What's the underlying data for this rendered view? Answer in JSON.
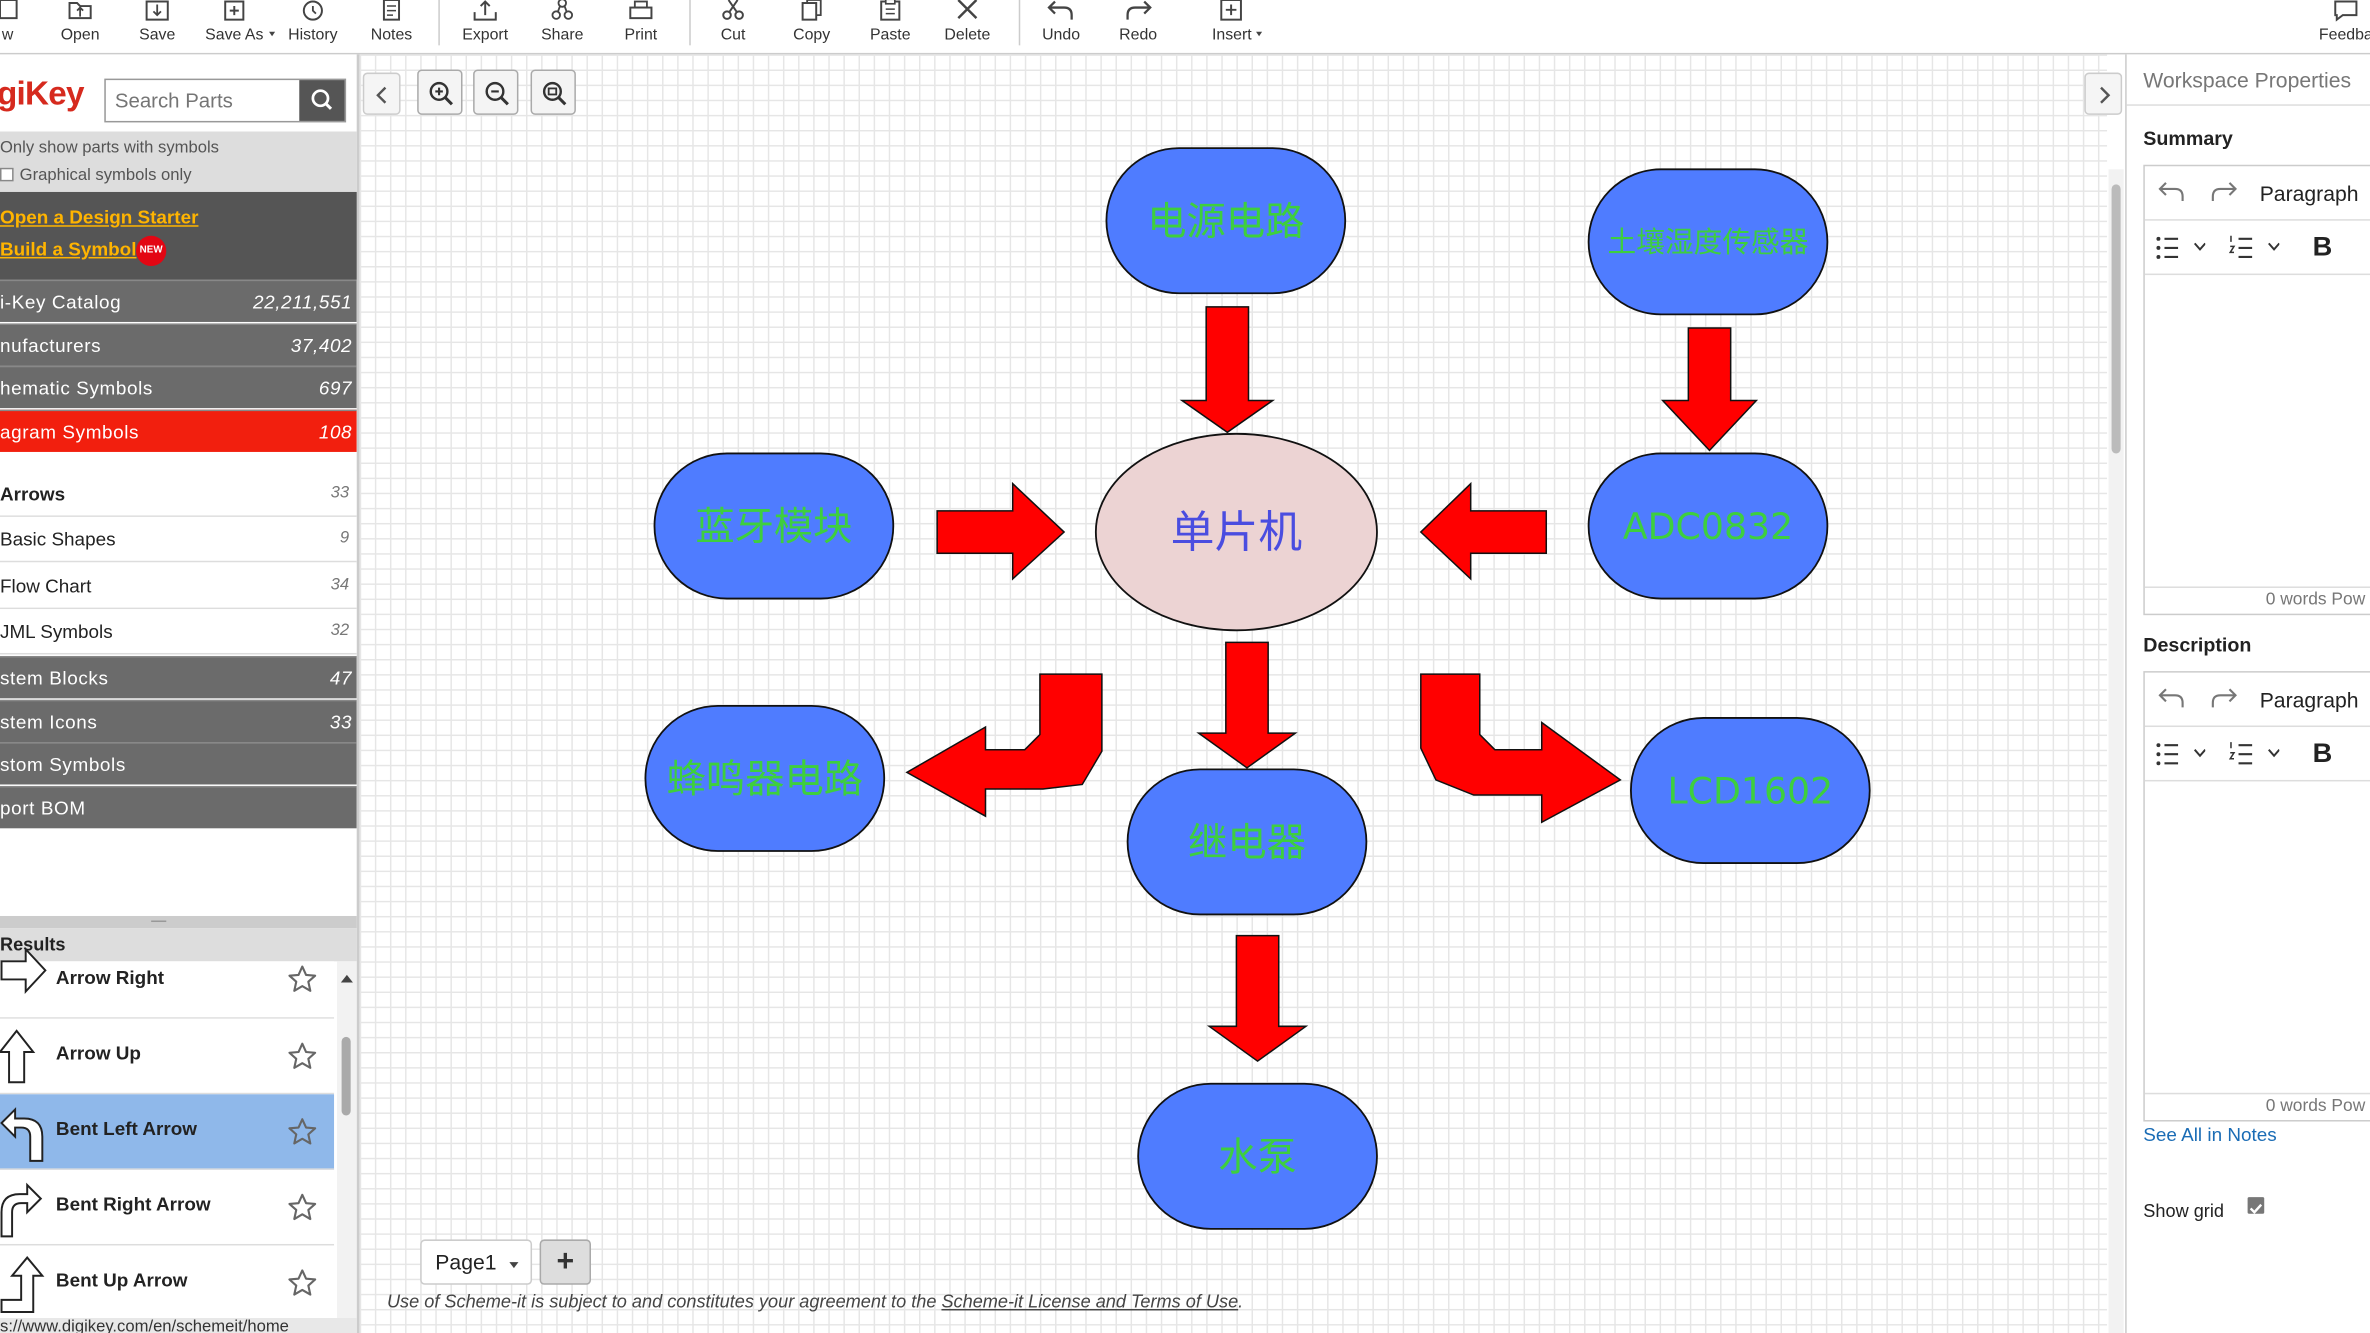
{
  "toolbar": {
    "items": [
      {
        "label": "w",
        "icon": "new-icon"
      },
      {
        "label": "Open",
        "icon": "open-icon"
      },
      {
        "label": "Save",
        "icon": "save-icon"
      },
      {
        "label": "Save As",
        "icon": "save-as-icon"
      },
      {
        "label": "History",
        "icon": "history-icon"
      },
      {
        "label": "Notes",
        "icon": "notes-icon"
      },
      {
        "label": "Export",
        "icon": "export-icon"
      },
      {
        "label": "Share",
        "icon": "share-icon"
      },
      {
        "label": "Print",
        "icon": "print-icon"
      },
      {
        "label": "Cut",
        "icon": "cut-icon"
      },
      {
        "label": "Copy",
        "icon": "copy-icon"
      },
      {
        "label": "Paste",
        "icon": "paste-icon"
      },
      {
        "label": "Delete",
        "icon": "delete-icon"
      },
      {
        "label": "Undo",
        "icon": "undo-icon"
      },
      {
        "label": "Redo",
        "icon": "redo-icon"
      },
      {
        "label": "Insert",
        "icon": "insert-icon"
      },
      {
        "label": "Feedba",
        "icon": "feedback-icon"
      }
    ]
  },
  "left": {
    "logo": "giKey",
    "search_placeholder": "Search Parts",
    "filter_symbols": "Only show parts with symbols",
    "filter_graphical": "Graphical symbols only",
    "link_design_starter": "Open a Design Starter",
    "link_build_symbol": "Build a Symbol",
    "new_badge": "NEW",
    "categories": [
      {
        "name": "i-Key Catalog",
        "count": "22,211,551"
      },
      {
        "name": "nufacturers",
        "count": "37,402"
      },
      {
        "name": "hematic Symbols",
        "count": "697"
      },
      {
        "name": "agram Symbols",
        "count": "108"
      }
    ],
    "subcategories": [
      {
        "name": "Arrows",
        "count": "33"
      },
      {
        "name": "Basic Shapes",
        "count": "9"
      },
      {
        "name": "Flow Chart",
        "count": "34"
      },
      {
        "name": "JML Symbols",
        "count": "32"
      }
    ],
    "categories2": [
      {
        "name": "stem Blocks",
        "count": "47"
      },
      {
        "name": "stem Icons",
        "count": "33"
      },
      {
        "name": "stom Symbols",
        "count": ""
      },
      {
        "name": "port BOM",
        "count": ""
      }
    ],
    "results_title": "Results",
    "results": [
      {
        "name": "Arrow Right",
        "icon": "arrow-right-icon"
      },
      {
        "name": "Arrow Up",
        "icon": "arrow-up-icon"
      },
      {
        "name": "Bent Left Arrow",
        "icon": "bent-left-arrow-icon"
      },
      {
        "name": "Bent Right Arrow",
        "icon": "bent-right-arrow-icon"
      },
      {
        "name": "Bent Up Arrow",
        "icon": "bent-up-arrow-icon"
      }
    ],
    "status_url": "s://www.digikey.com/en/schemeit/home"
  },
  "canvas": {
    "page_tab": "Page1",
    "add_page": "+",
    "footer_prefix": "Use of Scheme-it is subject to and constitutes your agreement to the ",
    "footer_link": "Scheme-it License and Terms of Use",
    "footer_suffix": ".",
    "diagram": {
      "node_fill": "#4f7cff",
      "center_fill": "#ecd3d3",
      "arrow_fill": "#ff0000",
      "text_green": "#3ecf3e",
      "text_center": "#4a4de0",
      "nodes": {
        "power": "电源电路",
        "soil": "土壤湿度传感器",
        "bluetooth": "蓝牙模块",
        "mcu": "单片机",
        "adc": "ADC0832",
        "buzzer": "蜂鸣器电路",
        "relay": "继电器",
        "lcd": "LCD1602",
        "pump": "水泵"
      }
    }
  },
  "right": {
    "header": "Workspace Properties",
    "summary_title": "Summary",
    "description_title": "Description",
    "paragraph": "Paragraph",
    "bold": "B",
    "words": "0 words  Pow",
    "see_all": "See All in Notes",
    "show_grid": "Show grid"
  }
}
